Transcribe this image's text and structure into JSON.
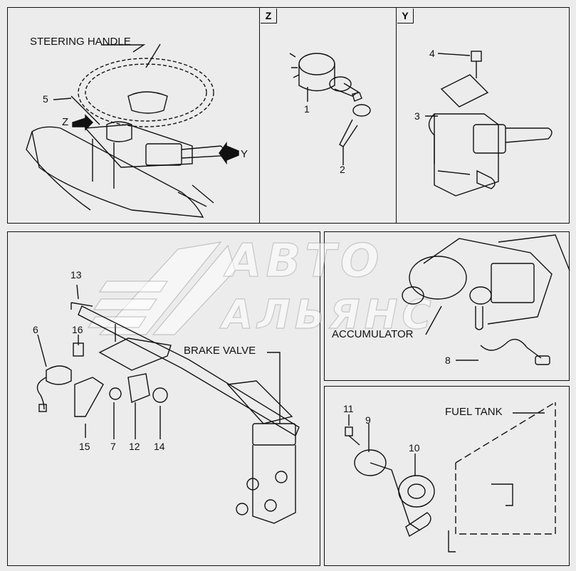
{
  "panels": {
    "z_tag": "Z",
    "y_tag": "Y"
  },
  "labels": {
    "steering_handle": "STEERING HANDLE",
    "brake_valve": "BRAKE VALVE",
    "accumulator": "ACCUMULATOR",
    "fuel_tank": "FUEL TANK",
    "arrow_z": "Z",
    "arrow_y": "Y"
  },
  "callouts": {
    "n1": "1",
    "n2": "2",
    "n3": "3",
    "n4": "4",
    "n5": "5",
    "n6": "6",
    "n7": "7",
    "n8": "8",
    "n9": "9",
    "n10": "10",
    "n11": "11",
    "n12": "12",
    "n13": "13",
    "n14": "14",
    "n15": "15",
    "n16": "16"
  },
  "watermark": {
    "line1": "АВТО",
    "line2": "АЛЬЯНС"
  }
}
